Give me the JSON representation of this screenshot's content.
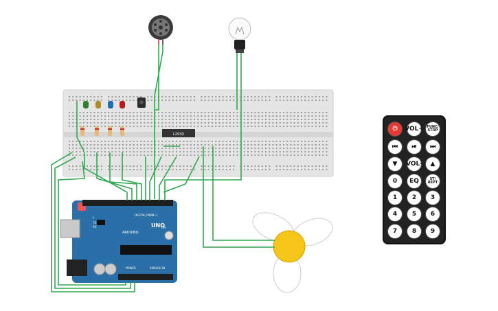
{
  "breadboard": {
    "chip_label": "L293D"
  },
  "arduino": {
    "brand": "ARDUINO",
    "model": "UNO",
    "header_digital": "DIGITAL (PWM~)",
    "header_power": "POWER",
    "header_analog": "ANALOG IN",
    "led_labels": [
      "L",
      "TX",
      "RX"
    ],
    "on_label": "ON"
  },
  "remote": {
    "buttons": [
      {
        "id": "power",
        "label": "⏻"
      },
      {
        "id": "vol_up",
        "label": "VOL+"
      },
      {
        "id": "func_stop",
        "label": "FUNC/ STOP"
      },
      {
        "id": "prev",
        "label": "⏮"
      },
      {
        "id": "play_pause",
        "label": "⏯"
      },
      {
        "id": "next",
        "label": "⏭"
      },
      {
        "id": "down",
        "label": "▼"
      },
      {
        "id": "vol_down",
        "label": "VOL-"
      },
      {
        "id": "up",
        "label": "▲"
      },
      {
        "id": "zero",
        "label": "0"
      },
      {
        "id": "eq",
        "label": "EQ"
      },
      {
        "id": "st_rept",
        "label": "ST/ REPT"
      },
      {
        "id": "one",
        "label": "1"
      },
      {
        "id": "two",
        "label": "2"
      },
      {
        "id": "three",
        "label": "3"
      },
      {
        "id": "four",
        "label": "4"
      },
      {
        "id": "five",
        "label": "5"
      },
      {
        "id": "six",
        "label": "6"
      },
      {
        "id": "seven",
        "label": "7"
      },
      {
        "id": "eight",
        "label": "8"
      },
      {
        "id": "nine",
        "label": "9"
      }
    ]
  },
  "colors": {
    "wire": "#2fa84f",
    "breadboard": "#e8e8e8",
    "arduino": "#2a6fa8",
    "fan_hub": "#f5c518",
    "led_green": "#2e7d32",
    "led_yellow": "#b08d2a",
    "led_blue": "#1f6fb5",
    "led_red": "#b71c1c",
    "remote_body": "#222222",
    "remote_power": "#e53935"
  }
}
